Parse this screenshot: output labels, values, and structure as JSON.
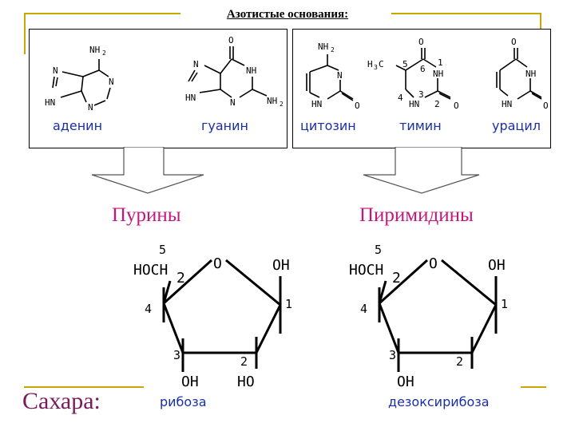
{
  "title": "Азотистые основания:",
  "bases": {
    "purines": [
      {
        "name": "аденин",
        "atoms": {
          "nh2": "NH",
          "nh2_sub": "2",
          "n1": "N",
          "n2": "N",
          "n3": "N",
          "hn": "HN"
        }
      },
      {
        "name": "гуанин",
        "atoms": {
          "o": "O",
          "n1": "N",
          "nh": "NH",
          "hn": "HN",
          "n2": "N",
          "nh2": "NH",
          "nh2_sub": "2"
        }
      }
    ],
    "pyrimidines": [
      {
        "name": "цитозин",
        "atoms": {
          "nh2": "NH",
          "nh2_sub": "2",
          "n": "N",
          "hn": "HN",
          "o": "O"
        }
      },
      {
        "name": "тимин",
        "atoms": {
          "o_top": "O",
          "h3c": "H",
          "h3c_sub": "3",
          "h3c_c": "C",
          "nh": "NH",
          "hn": "HN",
          "o": "O",
          "num5": "5",
          "num6": "6",
          "num1": "1",
          "num4": "4",
          "num3": "3",
          "num2": "2"
        }
      },
      {
        "name": "урацил",
        "atoms": {
          "o_top": "O",
          "nh": "NH",
          "hn": "HN",
          "o": "O"
        }
      }
    ]
  },
  "groups": {
    "purines": "Пурины",
    "pyrimidines": "Пиримидины"
  },
  "sugars": {
    "label": "Сахара:",
    "ribose": {
      "name": "рибоза",
      "hoch": "HOCH",
      "hoch_sub": "2",
      "o": "O",
      "oh_top": "OH",
      "oh_bottom": "OH",
      "ho": "HO",
      "n5": "5",
      "n4": "4",
      "n3": "3",
      "n2": "2",
      "n1": "1"
    },
    "deoxyribose": {
      "name": "дезоксирибоза",
      "hoch": "HOCH",
      "hoch_sub": "2",
      "o": "O",
      "oh_top": "OH",
      "oh_bottom": "OH",
      "n5": "5",
      "n4": "4",
      "n3": "3",
      "n2": "2",
      "n1": "1"
    }
  },
  "colors": {
    "accent_gold": "#c8a800",
    "name_blue": "#1a2ea8",
    "group_magenta": "#c2187a",
    "sugar_label": "#7a1a5a"
  }
}
